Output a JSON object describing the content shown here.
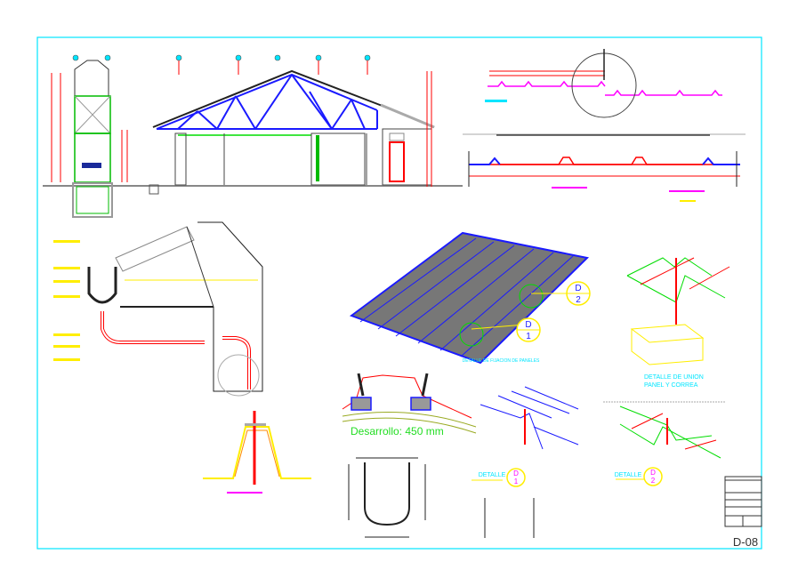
{
  "sheet": {
    "code": "D-08",
    "development_label": "Desarrollo: 450 mm",
    "panel_fixing_caption": "DETALLE DE FIJACION DE PANELES",
    "union_caption_line1": "DETALLE DE UNION",
    "union_caption_line2": "PANEL Y CORREA",
    "callouts": [
      {
        "label": "DETALLE",
        "letter": "D",
        "number": "1"
      },
      {
        "label": "DETALLE",
        "letter": "D",
        "number": "2"
      }
    ],
    "panel_callouts": [
      {
        "letter": "D",
        "number": "1"
      },
      {
        "letter": "D",
        "number": "2"
      }
    ]
  },
  "colors": {
    "frame": "#00e5ff",
    "truss": "#1a1aff",
    "dimension": "#ff0000",
    "profile": "#ff00ff",
    "accent_green": "#00dd00",
    "accent_yellow": "#ffee00"
  }
}
